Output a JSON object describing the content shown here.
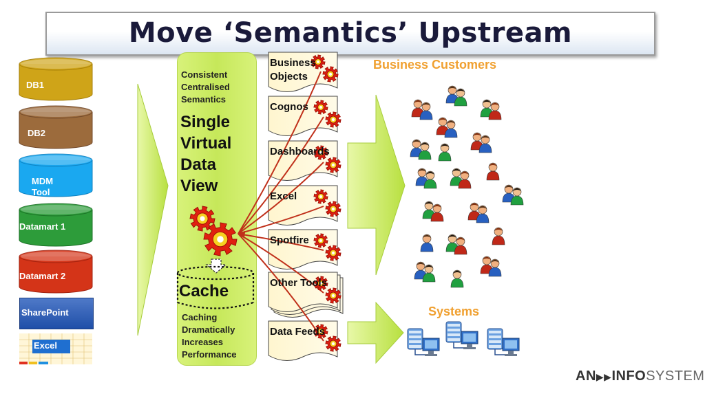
{
  "title": "Move ‘Semantics’ Upstream",
  "sources": [
    {
      "label": "DB1",
      "color": "#cfa418",
      "dark": "#a57f08"
    },
    {
      "label": "DB2",
      "color": "#9c6b3c",
      "dark": "#70482a"
    },
    {
      "label": "MDM\nTool",
      "color": "#1aa8f0",
      "dark": "#0c7fbf"
    },
    {
      "label": "Datamart 1",
      "color": "#2d9c3a",
      "dark": "#1b6f25"
    },
    {
      "label": "Datamart 2",
      "color": "#d43418",
      "dark": "#9f2210"
    }
  ],
  "sharepoint_label": "SharePoint",
  "excel_label": "Excel",
  "virtual_layer": {
    "consistent_text": "Consistent\nCentralised\nSemantics",
    "main_text": "Single\nVirtual\nData\nView",
    "cache_label": "Cache",
    "caching_text": "Caching\nDramatically\nIncreases\nPerformance"
  },
  "tools": [
    "Business\nObjects",
    "Cognos",
    "Dashboards",
    "Excel",
    "Spotfire",
    "Other Tools",
    "Data Feeds"
  ],
  "business_customers_label": "Business Customers",
  "systems_label": "Systems",
  "logo": {
    "an": "AN",
    "info": "INFO",
    "systems": "SYSTEMS"
  },
  "colors": {
    "arrow_green": "#c9ec5a",
    "gear_red": "#e02010",
    "orange_text": "#f0a030"
  }
}
